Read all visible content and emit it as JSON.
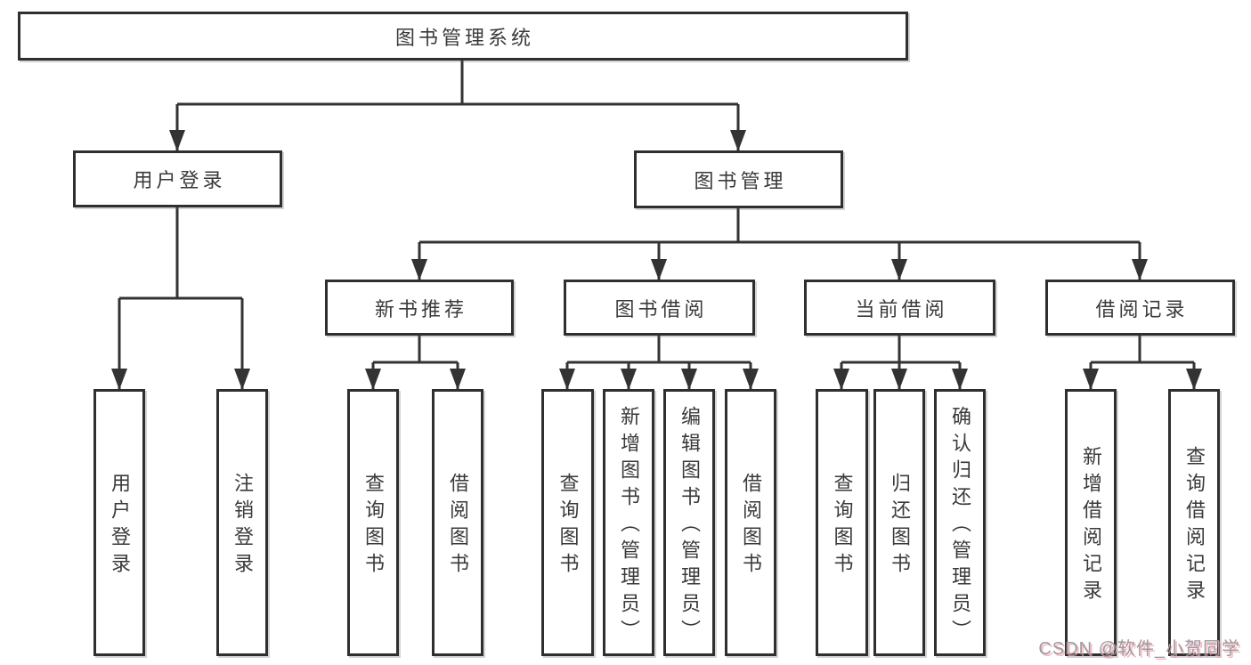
{
  "diagram": {
    "type": "hierarchy-tree",
    "root": {
      "label": "图书管理系统",
      "children": [
        {
          "label": "用户登录",
          "children": [
            {
              "label": "用户登录"
            },
            {
              "label": "注销登录"
            }
          ]
        },
        {
          "label": "图书管理",
          "children": [
            {
              "label": "新书推荐",
              "children": [
                {
                  "label": "查询图书"
                },
                {
                  "label": "借阅图书"
                }
              ]
            },
            {
              "label": "图书借阅",
              "children": [
                {
                  "label": "查询图书"
                },
                {
                  "label": "新增图书（管理员）"
                },
                {
                  "label": "编辑图书（管理员）"
                },
                {
                  "label": "借阅图书"
                }
              ]
            },
            {
              "label": "当前借阅",
              "children": [
                {
                  "label": "查询图书"
                },
                {
                  "label": "归还图书"
                },
                {
                  "label": "确认归还（管理员）"
                }
              ]
            },
            {
              "label": "借阅记录",
              "children": [
                {
                  "label": "新增借阅记录"
                },
                {
                  "label": "查询借阅记录"
                }
              ]
            }
          ]
        }
      ]
    }
  },
  "watermark": {
    "text": "CSDN @软件_小贺同学"
  },
  "colors": {
    "background": "#ffffff",
    "line": "#333333",
    "box_border": "#2f2f2f",
    "text": "#3a3a3a",
    "watermark_gray": "#9b9ba1",
    "watermark_pink": "#f4a0aa"
  }
}
